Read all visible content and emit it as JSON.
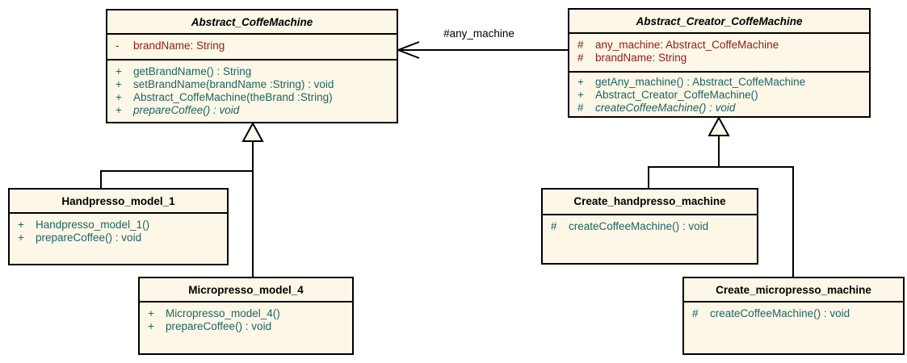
{
  "colors": {
    "class_fill": "#FCF7E7",
    "border": "#000000",
    "attribute_text": "#8F1A1A",
    "method_text": "#1E6464",
    "label_text": "#000000"
  },
  "classes": [
    {
      "name": "Abstract_CoffeMachine",
      "abstract": true,
      "attributes": [
        {
          "v": "-",
          "text": "brandName: String"
        }
      ],
      "methods": [
        {
          "v": "+",
          "text": "getBrandName() : String"
        },
        {
          "v": "+",
          "text": "setBrandName(brandName :String) : void"
        },
        {
          "v": "+",
          "text": "Abstract_CoffeMachine(theBrand :String)"
        },
        {
          "v": "+",
          "text": "prepareCoffee() : void",
          "italic": true
        }
      ]
    },
    {
      "name": "Abstract_Creator_CoffeMachine",
      "abstract": true,
      "attributes": [
        {
          "v": "#",
          "text": "any_machine: Abstract_CoffeMachine"
        },
        {
          "v": "#",
          "text": "brandName: String"
        }
      ],
      "methods": [
        {
          "v": "+",
          "text": "getAny_machine() : Abstract_CoffeMachine"
        },
        {
          "v": "+",
          "text": "Abstract_Creator_CoffeMachine()"
        },
        {
          "v": "#",
          "text": "createCoffeeMachine() : void",
          "italic": true
        }
      ]
    },
    {
      "name": "Handpresso_model_1",
      "abstract": false,
      "attributes": [],
      "methods": [
        {
          "v": "+",
          "text": "Handpresso_model_1()"
        },
        {
          "v": "+",
          "text": "prepareCoffee() : void"
        }
      ]
    },
    {
      "name": "Micropresso_model_4",
      "abstract": false,
      "attributes": [],
      "methods": [
        {
          "v": "+",
          "text": "Micropresso_model_4()"
        },
        {
          "v": "+",
          "text": "prepareCoffee() : void"
        }
      ]
    },
    {
      "name": "Create_handpresso_machine",
      "abstract": false,
      "attributes": [],
      "methods": [
        {
          "v": "#",
          "text": "createCoffeeMachine() : void"
        }
      ]
    },
    {
      "name": "Create_micropresso_machine",
      "abstract": false,
      "attributes": [],
      "methods": [
        {
          "v": "#",
          "text": "createCoffeeMachine() : void"
        }
      ]
    }
  ],
  "relationships": {
    "association": {
      "label": "#any_machine",
      "from": "Abstract_Creator_CoffeMachine",
      "to": "Abstract_CoffeMachine",
      "arrow": "open"
    },
    "generalizations": [
      {
        "from": "Handpresso_model_1",
        "to": "Abstract_CoffeMachine"
      },
      {
        "from": "Micropresso_model_4",
        "to": "Abstract_CoffeMachine"
      },
      {
        "from": "Create_handpresso_machine",
        "to": "Abstract_Creator_CoffeMachine"
      },
      {
        "from": "Create_micropresso_machine",
        "to": "Abstract_Creator_CoffeMachine"
      }
    ]
  }
}
